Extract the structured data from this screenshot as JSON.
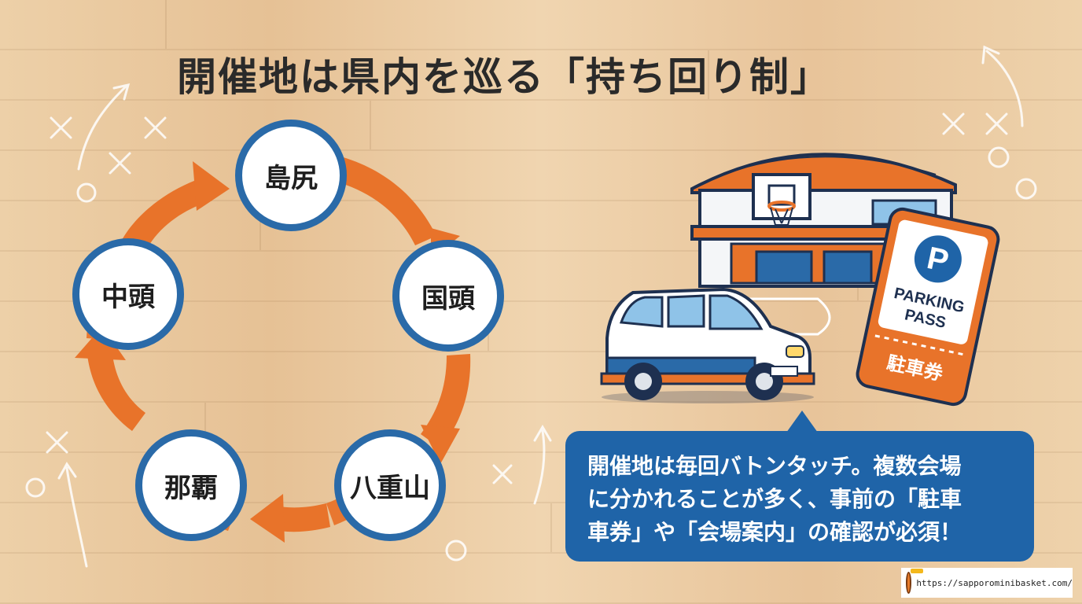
{
  "title": "開催地は県内を巡る「持ち回り制」",
  "cycle": {
    "nodes": [
      "島尻",
      "国頭",
      "八重山",
      "那覇",
      "中頭"
    ]
  },
  "ticket": {
    "icon_letter": "P",
    "line1": "PARKING",
    "line2": "PASS",
    "jp_label": "駐車券"
  },
  "callout": {
    "lines": [
      "開催地は毎回バトンタッチ。複数会場",
      "に分かれることが多く、事前の「駐車",
      "車券」や「会場案内」の確認が必須！"
    ]
  },
  "credit": {
    "url": "https://sapporominibasket.com/"
  },
  "colors": {
    "arrow": "#e8732a",
    "node_border": "#2a6aa8",
    "callout_bg": "#1f64a8",
    "ticket": "#e8732a",
    "gym_roof": "#e8732a"
  },
  "icons": [
    "gymnasium-icon",
    "basketball-hoop-icon",
    "car-icon",
    "parking-pass-icon",
    "mascot-icon"
  ]
}
